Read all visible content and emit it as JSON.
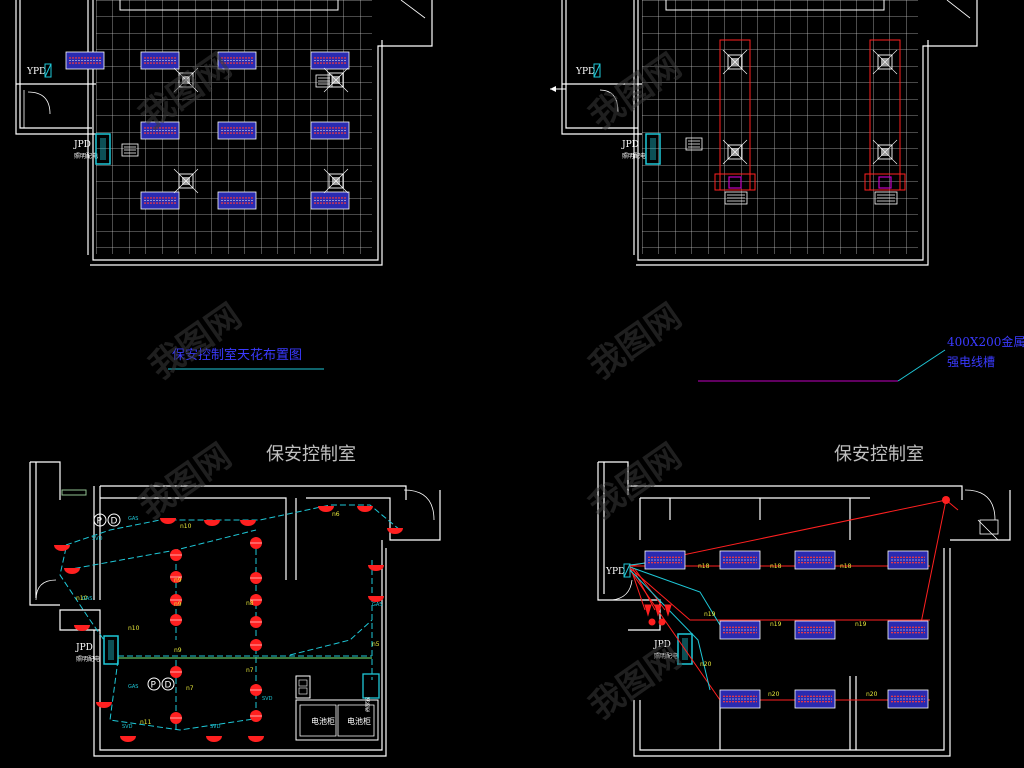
{
  "colors": {
    "background": "#000000",
    "wall": "#ffffff",
    "grid": "#bfbfbf",
    "light_fill": "#2a2ab0",
    "light_stripe": "#ff3b3b",
    "cyan": "#1ec8d8",
    "red": "#ff2020",
    "magenta": "#c000c0",
    "label_blue": "#3a3aff",
    "yellow": "#e8e83a",
    "watermark": "#3a3a3a"
  },
  "panel_tl": {
    "ypd_label": "YPD",
    "jpd_label": "JPD",
    "jpd_sub": "照明配电",
    "caption": "保安控制室天花布置图"
  },
  "panel_tr": {
    "ypd_label": "YPD",
    "jpd_label": "JPD",
    "jpd_sub": "照明配电",
    "callout_line1": "400X200金属",
    "callout_line2": "强电线槽"
  },
  "panel_bl": {
    "title": "保安控制室",
    "jpd_label": "JPD",
    "jpd_sub": "照明配电",
    "pd_label": "P D",
    "circuits": [
      "n10",
      "n10",
      "n9",
      "n9",
      "n8",
      "n7",
      "n7",
      "n6",
      "n5",
      "n11",
      "n10",
      "n9"
    ],
    "line_tags": [
      "GAS",
      "SVD",
      "GAS",
      "SVD",
      "SVD",
      "GAS",
      "GAS",
      "SVD"
    ],
    "box1": "电池柜",
    "box2": "电池柜",
    "cabinet": "消防柜"
  },
  "panel_br": {
    "title": "保安控制室",
    "ypd_label": "YPD",
    "jpd_label": "JPD",
    "jpd_sub": "照明配电",
    "circuits": [
      "n18",
      "n18",
      "n18",
      "n19",
      "n19",
      "n19",
      "n20",
      "n20",
      "n20"
    ]
  },
  "watermark": "我图网"
}
